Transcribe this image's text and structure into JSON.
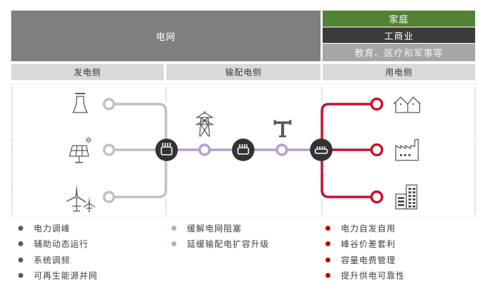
{
  "header": {
    "grid_label": "电网",
    "consumers": [
      {
        "label": "家庭",
        "color": "#548235"
      },
      {
        "label": "工商业",
        "color": "#3b3b3b"
      },
      {
        "label": "教育、医疗和军事等",
        "color": "#a6a6a6"
      }
    ]
  },
  "sections": {
    "generation": "发电侧",
    "transmission_distribution": "输配电侧",
    "consumption": "用电侧"
  },
  "diagram": {
    "colors": {
      "generation_line": "#c0c0c0",
      "transmission_line": "#b49fcf",
      "consumption_line": "#c8102e",
      "hub": "#333333",
      "icon": "#595959"
    },
    "generation_sources": [
      "thermal-power-plant",
      "solar-panel",
      "wind-turbines"
    ],
    "transmission_assets": [
      "transmission-tower",
      "distribution-pole"
    ],
    "consumers": [
      "houses",
      "factory",
      "office-building"
    ],
    "hubs": [
      "battery-storage-generation",
      "battery-storage-transmission",
      "battery-storage-consumption"
    ]
  },
  "benefits": {
    "generation": {
      "color": "#595959",
      "items": [
        "电力调峰",
        "辅助动态运行",
        "系统调频",
        "可再生能源并网"
      ]
    },
    "transmission_distribution": {
      "color": "#b7a6d6",
      "items": [
        "缓解电网阻塞",
        "延缓输配电扩容升级"
      ]
    },
    "consumption": {
      "color": "#c00000",
      "items": [
        "电力自发自用",
        "峰谷价差套利",
        "容量电费管理",
        "提升供电可靠性"
      ]
    }
  }
}
